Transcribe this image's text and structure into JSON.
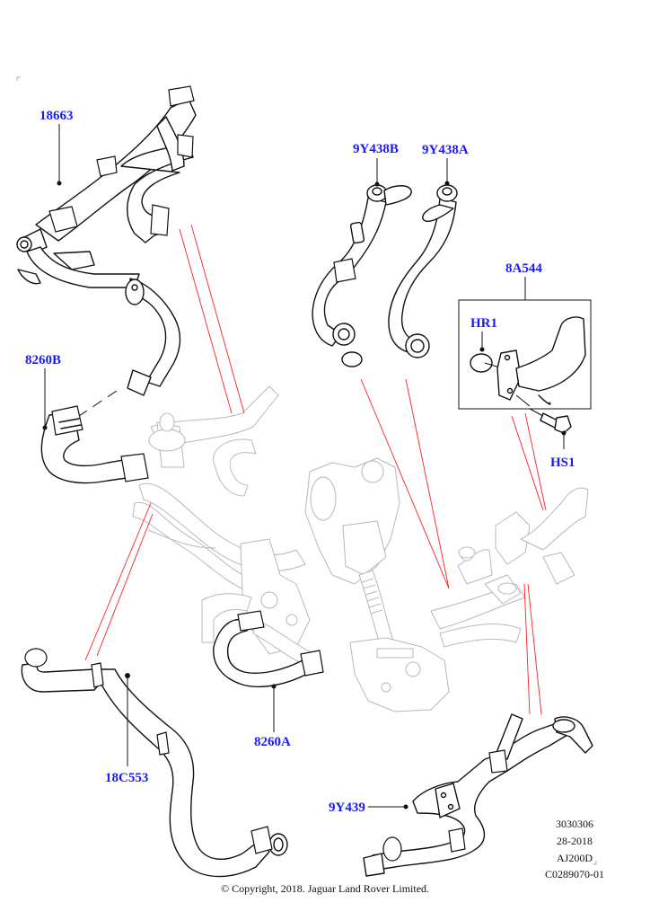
{
  "diagram": {
    "title": "Engine cooling hoses and pipes",
    "callouts": [
      {
        "id": "18663",
        "label": "18663"
      },
      {
        "id": "9Y438B",
        "label": "9Y438B"
      },
      {
        "id": "9Y438A",
        "label": "9Y438A"
      },
      {
        "id": "8A544",
        "label": "8A544"
      },
      {
        "id": "HR1",
        "label": "HR1"
      },
      {
        "id": "HS1",
        "label": "HS1"
      },
      {
        "id": "8260B",
        "label": "8260B"
      },
      {
        "id": "8260A",
        "label": "8260A"
      },
      {
        "id": "18C553",
        "label": "18C553"
      },
      {
        "id": "9Y439",
        "label": "9Y439"
      }
    ],
    "callout_color": "#1a1aff",
    "reference_line_color": "#ff2020",
    "reference": {
      "line1": "3030306",
      "line2": "28-2018",
      "line3": "AJ200D",
      "line4": "C0289070-01"
    },
    "copyright": "© Copyright, 2018. Jaguar Land Rover Limited."
  }
}
